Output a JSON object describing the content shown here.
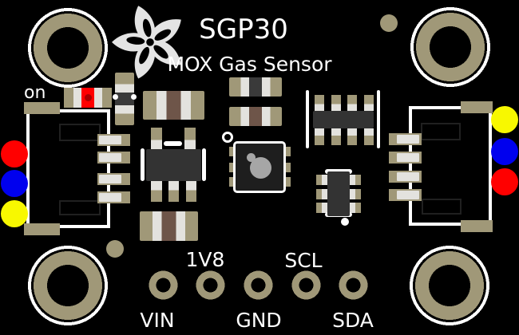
{
  "board": {
    "title": "SGP30",
    "subtitle": "MOX Gas Sensor",
    "led_label": "on"
  },
  "pinout": {
    "pins": [
      {
        "label": "VIN",
        "label_position": "below"
      },
      {
        "label": "1V8",
        "label_position": "above"
      },
      {
        "label": "GND",
        "label_position": "below"
      },
      {
        "label": "SCL",
        "label_position": "above"
      },
      {
        "label": "SDA",
        "label_position": "below"
      }
    ]
  },
  "wire_dots": {
    "left_top_to_bottom": [
      "red",
      "blue",
      "yellow"
    ],
    "right_top_to_bottom": [
      "yellow",
      "blue",
      "red"
    ]
  },
  "colors": {
    "board": "#000000",
    "tan": "#a09878",
    "silk": "#ffffff",
    "silver": "#e3e2de",
    "ic-dark": "#333333",
    "res-dark": "#3a3a3a",
    "sensor-dark": "#1e1e1e",
    "sensor-gray": "#a6a6a6",
    "cap-brown": "#6e5549",
    "led-red": "#ff0000",
    "led-red-dark": "#aa0000",
    "dot-red": "#ff0000",
    "dot-blue": "#0000ee",
    "dot-yellow": "#f8f800",
    "logo-gray": "#e4e4e4"
  }
}
